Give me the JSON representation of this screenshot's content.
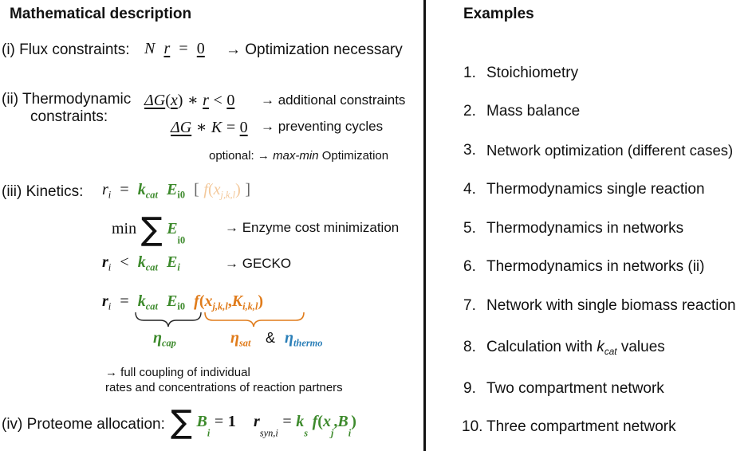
{
  "left": {
    "title": "Mathematical description",
    "flux": {
      "label": "(i) Flux constraints:",
      "eq": {
        "n": "N",
        "r": "r",
        "eqsign": "=",
        "zero": "0"
      },
      "arrow": "→",
      "note": "Optimization necessary"
    },
    "thermo": {
      "label1": "(ii) Thermodynamic",
      "label2": "constraints:",
      "eq1": {
        "dg": "ΔG",
        "x": "x",
        "op": "∗",
        "r": "r",
        "lt": "<",
        "zero": "0"
      },
      "note1": "→ additional constraints",
      "eq2": {
        "dg": "ΔG",
        "op": "∗",
        "k": "K",
        "eqsign": "=",
        "zero": "0"
      },
      "note2": "→ preventing cycles",
      "optional_prefix": "optional: →",
      "optional_italic": "max-min",
      "optional_suffix": "Optimization"
    },
    "kinetics": {
      "label": "(iii) Kinetics:",
      "eq1": {
        "r": "r",
        "r_sub": "i",
        "eqsign": "=",
        "k": "k",
        "k_sub": "cat",
        "e": "E",
        "e_sub": "i0",
        "lb": "[",
        "f": "f",
        "x": "x",
        "x_sub": "j,k,l",
        "rb": "]"
      },
      "min": {
        "word": "min",
        "sigma": "∑",
        "e": "E",
        "e_sub": "i0"
      },
      "min_note": "→ Enzyme cost minimization",
      "gecko": {
        "r": "r",
        "r_sub": "i",
        "lt": "<",
        "k": "k",
        "k_sub": "cat",
        "e": "E",
        "e_sub": "i"
      },
      "gecko_note": "→ GECKO",
      "eq3": {
        "r": "r",
        "r_sub": "i",
        "eqsign": "=",
        "k": "k",
        "k_sub": "cat",
        "e": "E",
        "e_sub": "i0",
        "f": "f",
        "x": "x",
        "x_sub": "j,k,l",
        "comma": ",",
        "kk": "K",
        "kk_sub": "i,k,l"
      },
      "eta_cap": {
        "eta": "η",
        "sub": "cap"
      },
      "eta_sat": {
        "eta": "η",
        "sub": "sat"
      },
      "amp": "&",
      "eta_thermo": {
        "eta": "η",
        "sub": "thermo"
      },
      "coupling1": "→ full coupling of individual",
      "coupling2": "rates and concentrations of reaction partners"
    },
    "proteome": {
      "label": "(iv) Proteome allocation:",
      "sigma": "∑",
      "b": "B",
      "b_sub": "i",
      "eqsign": "=",
      "one": "1",
      "r": "r",
      "r_sub": "syn,i",
      "eqsign2": "=",
      "k": "k",
      "k_sub": "s",
      "f": "f",
      "x": "x",
      "x_sub": "j",
      "comma": ",",
      "b2": "B",
      "b2_sub": "i"
    }
  },
  "right": {
    "title": "Examples",
    "items": [
      {
        "num": "1.",
        "text": "Stoichiometry"
      },
      {
        "num": "2.",
        "text": "Mass balance"
      },
      {
        "num": "3.",
        "text": "Network optimization (different cases)"
      },
      {
        "num": "4.",
        "text": "Thermodynamics single reaction"
      },
      {
        "num": "5.",
        "text": "Thermodynamics in networks"
      },
      {
        "num": "6.",
        "text": "Thermodynamics in networks (ii)"
      },
      {
        "num": "7.",
        "text": "Network with single biomass reaction"
      },
      {
        "num": "8.",
        "text_before": "Calculation with",
        "k": "k",
        "k_sub": "cat",
        "text_after": "values"
      },
      {
        "num": "9.",
        "text": "Two compartment network"
      },
      {
        "num": "10.",
        "text": "Three compartment network"
      }
    ]
  }
}
